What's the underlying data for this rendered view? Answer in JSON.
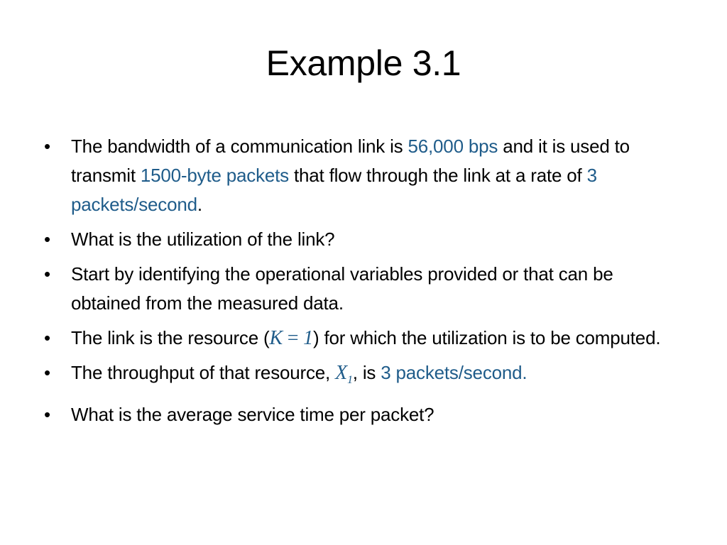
{
  "slide": {
    "title": "Example 3.1",
    "bullet_symbol": "•",
    "bullets": [
      {
        "part1": "The bandwidth of a communication link is ",
        "hl1": "56,000 bps",
        "part2": " and it is used to transmit ",
        "hl2": "1500-byte packets",
        "part3": " that flow through the link at a rate of ",
        "hl3": "3 packets/second",
        "part4": "."
      },
      {
        "text": "What is the utilization of the link?"
      },
      {
        "text": "Start by identifying the operational variables provided or that can be obtained from the measured data."
      },
      {
        "part1": "The link is the resource (",
        "math_var": "K",
        "math_eq": " = ",
        "math_val": "1",
        "part2": ") for which the utilization is to be computed."
      },
      {
        "part1": "The throughput of that resource, ",
        "math_var": "X",
        "math_sub": "1",
        "part2": ", is ",
        "hl1": "3 packets/second."
      },
      {
        "text": "What is the average service time per packet?"
      }
    ]
  },
  "colors": {
    "highlight": "#1f5c8a",
    "text": "#000000",
    "background": "#ffffff"
  }
}
